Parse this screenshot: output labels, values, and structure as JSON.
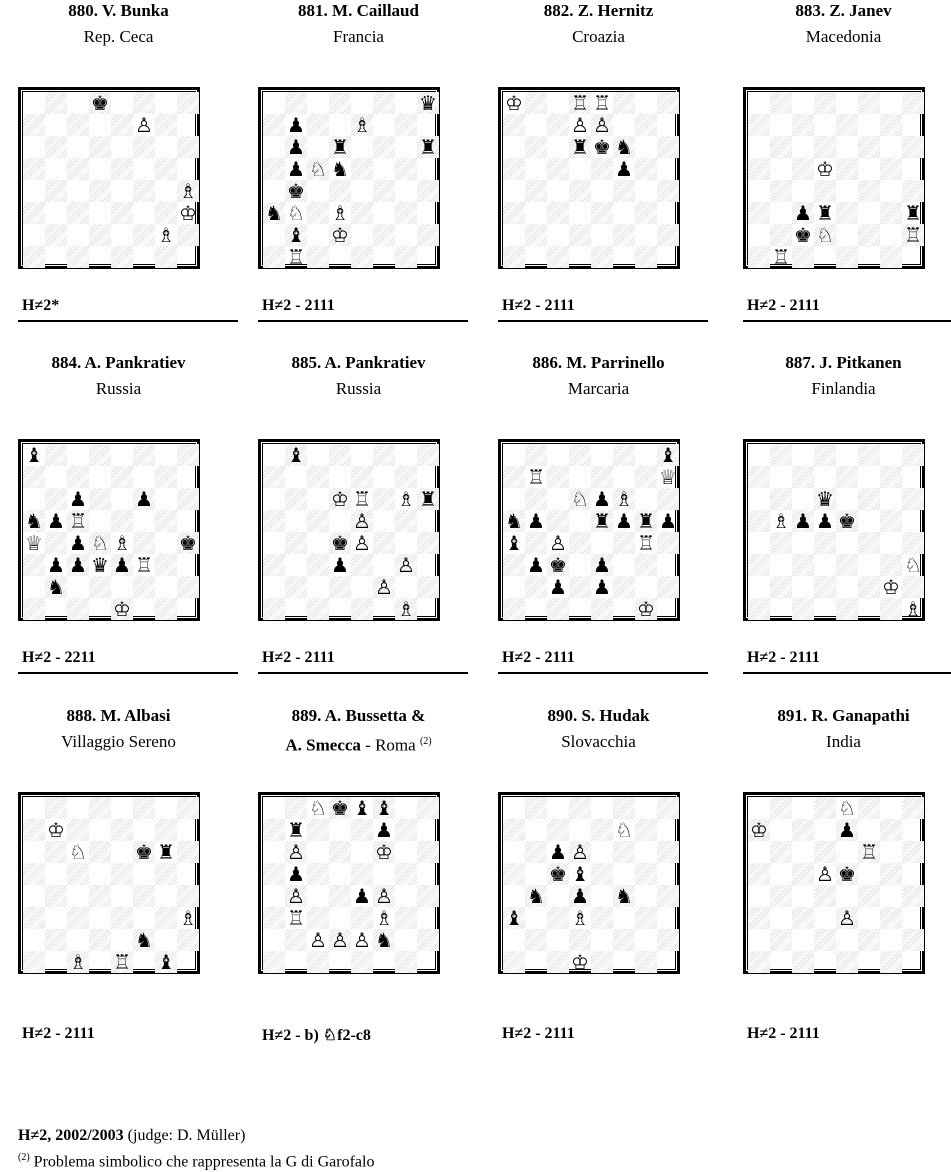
{
  "problems": [
    {
      "name": "880. V. Bunka",
      "loc": "Rep. Ceca",
      "stip": "H≠2*",
      "pieces": [
        [
          "♚",
          0,
          3
        ],
        [
          "♙",
          1,
          5
        ],
        [
          "♗",
          4,
          7
        ],
        [
          "♔",
          5,
          7
        ],
        [
          "♗",
          6,
          6
        ]
      ]
    },
    {
      "name": "881. M. Caillaud",
      "loc": "Francia",
      "stip": "H≠2 - 2111",
      "pieces": [
        [
          "♛",
          0,
          7
        ],
        [
          "♟",
          1,
          1
        ],
        [
          "♗",
          1,
          4
        ],
        [
          "♟",
          2,
          1
        ],
        [
          "♜",
          2,
          3
        ],
        [
          "♜",
          2,
          7
        ],
        [
          "♟",
          3,
          1
        ],
        [
          "♘",
          3,
          2
        ],
        [
          "♞",
          3,
          3
        ],
        [
          "♚",
          4,
          1
        ],
        [
          "♞",
          5,
          0
        ],
        [
          "♘",
          5,
          1
        ],
        [
          "♗",
          5,
          3
        ],
        [
          "♝",
          6,
          1
        ],
        [
          "♔",
          6,
          3
        ],
        [
          "♖",
          7,
          1
        ]
      ]
    },
    {
      "name": "882. Z. Hernitz",
      "loc": "Croazia",
      "stip": "H≠2 - 2111",
      "pieces": [
        [
          "♔",
          0,
          0
        ],
        [
          "♖",
          0,
          3
        ],
        [
          "♖",
          0,
          4
        ],
        [
          "♙",
          1,
          3
        ],
        [
          "♙",
          1,
          4
        ],
        [
          "♜",
          2,
          3
        ],
        [
          "♚",
          2,
          4
        ],
        [
          "♞",
          2,
          5
        ],
        [
          "♟",
          3,
          5
        ]
      ]
    },
    {
      "name": "883. Z. Janev",
      "loc": "Macedonia",
      "stip": "H≠2 - 2111",
      "pieces": [
        [
          "♔",
          3,
          3
        ],
        [
          "♟",
          5,
          2
        ],
        [
          "♜",
          5,
          3
        ],
        [
          "♜",
          5,
          7
        ],
        [
          "♚",
          6,
          2
        ],
        [
          "♘",
          6,
          3
        ],
        [
          "♖",
          6,
          7
        ],
        [
          "♖",
          7,
          1
        ]
      ]
    },
    {
      "name": "884. A. Pankratiev",
      "loc": "Russia",
      "stip": "H≠2 - 2211",
      "pieces": [
        [
          "♝",
          0,
          0
        ],
        [
          "♟",
          2,
          2
        ],
        [
          "♟",
          2,
          5
        ],
        [
          "♞",
          3,
          0
        ],
        [
          "♟",
          3,
          1
        ],
        [
          "♖",
          3,
          2
        ],
        [
          "♕",
          4,
          0
        ],
        [
          "♟",
          4,
          2
        ],
        [
          "♘",
          4,
          3
        ],
        [
          "♗",
          4,
          4
        ],
        [
          "♚",
          4,
          7
        ],
        [
          "♟",
          5,
          1
        ],
        [
          "♟",
          5,
          2
        ],
        [
          "♛",
          5,
          3
        ],
        [
          "♟",
          5,
          4
        ],
        [
          "♖",
          5,
          5
        ],
        [
          "♞",
          6,
          1
        ],
        [
          "♔",
          7,
          4
        ]
      ]
    },
    {
      "name": "885. A. Pankratiev",
      "loc": "Russia",
      "stip": "H≠2 - 2111",
      "pieces": [
        [
          "♝",
          0,
          1
        ],
        [
          "♔",
          2,
          3
        ],
        [
          "♖",
          2,
          4
        ],
        [
          "♗",
          2,
          6
        ],
        [
          "♜",
          2,
          7
        ],
        [
          "♙",
          3,
          4
        ],
        [
          "♚",
          4,
          3
        ],
        [
          "♙",
          4,
          4
        ],
        [
          "♟",
          5,
          3
        ],
        [
          "♙",
          5,
          6
        ],
        [
          "♙",
          6,
          5
        ],
        [
          "♗",
          7,
          6
        ]
      ]
    },
    {
      "name": "886. M. Parrinello",
      "loc": "Marcaria",
      "stip": "H≠2 - 2111",
      "pieces": [
        [
          "♝",
          0,
          7
        ],
        [
          "♖",
          1,
          1
        ],
        [
          "♕",
          1,
          7
        ],
        [
          "♘",
          2,
          3
        ],
        [
          "♟",
          2,
          4
        ],
        [
          "♗",
          2,
          5
        ],
        [
          "♞",
          3,
          0
        ],
        [
          "♟",
          3,
          1
        ],
        [
          "♜",
          3,
          4
        ],
        [
          "♟",
          3,
          5
        ],
        [
          "♜",
          3,
          6
        ],
        [
          "♟",
          3,
          7
        ],
        [
          "♝",
          4,
          0
        ],
        [
          "♙",
          4,
          2
        ],
        [
          "♖",
          4,
          6
        ],
        [
          "♟",
          5,
          1
        ],
        [
          "♚",
          5,
          2
        ],
        [
          "♟",
          5,
          4
        ],
        [
          "♟",
          6,
          2
        ],
        [
          "♟",
          6,
          4
        ],
        [
          "♔",
          7,
          6
        ]
      ]
    },
    {
      "name": "887. J. Pitkanen",
      "loc": "Finlandia",
      "stip": "H≠2 - 2111",
      "pieces": [
        [
          "♛",
          2,
          3
        ],
        [
          "♗",
          3,
          1
        ],
        [
          "♟",
          3,
          2
        ],
        [
          "♟",
          3,
          3
        ],
        [
          "♚",
          3,
          4
        ],
        [
          "♘",
          5,
          7
        ],
        [
          "♔",
          6,
          6
        ],
        [
          "♗",
          7,
          7
        ]
      ]
    },
    {
      "name": "888. M. Albasi",
      "loc": "Villaggio Sereno",
      "stip": "H≠2 - 2111",
      "pieces": [
        [
          "♔",
          1,
          1
        ],
        [
          "♘",
          2,
          2
        ],
        [
          "♚",
          2,
          5
        ],
        [
          "♜",
          2,
          6
        ],
        [
          "♗",
          5,
          7
        ],
        [
          "♞",
          6,
          5
        ],
        [
          "♗",
          7,
          2
        ],
        [
          "♖",
          7,
          4
        ],
        [
          "♝",
          7,
          6
        ]
      ]
    },
    {
      "name": "889. A. Bussetta &",
      "loc": "A. Smecca - Roma",
      "sup": "(2)",
      "stip": "H≠2 - b) ♘f2-c8",
      "pieces": [
        [
          "♘",
          0,
          2
        ],
        [
          "♚",
          0,
          3
        ],
        [
          "♝",
          0,
          4
        ],
        [
          "♝",
          0,
          5
        ],
        [
          "♜",
          1,
          1
        ],
        [
          "♟",
          1,
          5
        ],
        [
          "♙",
          2,
          1
        ],
        [
          "♔",
          2,
          5
        ],
        [
          "♟",
          3,
          1
        ],
        [
          "♙",
          4,
          1
        ],
        [
          "♟",
          4,
          4
        ],
        [
          "♙",
          4,
          5
        ],
        [
          "♖",
          5,
          1
        ],
        [
          "♗",
          5,
          5
        ],
        [
          "♙",
          6,
          2
        ],
        [
          "♙",
          6,
          3
        ],
        [
          "♙",
          6,
          4
        ],
        [
          "♞",
          6,
          5
        ]
      ]
    },
    {
      "name": "890. S. Hudak",
      "loc": "Slovacchia",
      "stip": "H≠2 - 2111",
      "pieces": [
        [
          "♘",
          1,
          5
        ],
        [
          "♟",
          2,
          2
        ],
        [
          "♙",
          2,
          3
        ],
        [
          "♚",
          3,
          2
        ],
        [
          "♝",
          3,
          3
        ],
        [
          "♞",
          4,
          1
        ],
        [
          "♟",
          4,
          3
        ],
        [
          "♞",
          4,
          5
        ],
        [
          "♝",
          5,
          0
        ],
        [
          "♗",
          5,
          3
        ],
        [
          "♔",
          7,
          3
        ]
      ]
    },
    {
      "name": "891. R. Ganapathi",
      "loc": "India",
      "stip": "H≠2 - 2111",
      "pieces": [
        [
          "♔",
          1,
          0
        ],
        [
          "♘",
          0,
          4
        ],
        [
          "♟",
          1,
          4
        ],
        [
          "♖",
          2,
          5
        ],
        [
          "♙",
          3,
          3
        ],
        [
          "♚",
          3,
          4
        ],
        [
          "♙",
          5,
          4
        ]
      ]
    }
  ],
  "footer": {
    "bold": "H≠2, 2002/2003",
    "rest": " (judge: D. Müller)",
    "note_mark": "(2)",
    "note_text": " Problema simbolico che rappresenta la G di Garofalo"
  }
}
